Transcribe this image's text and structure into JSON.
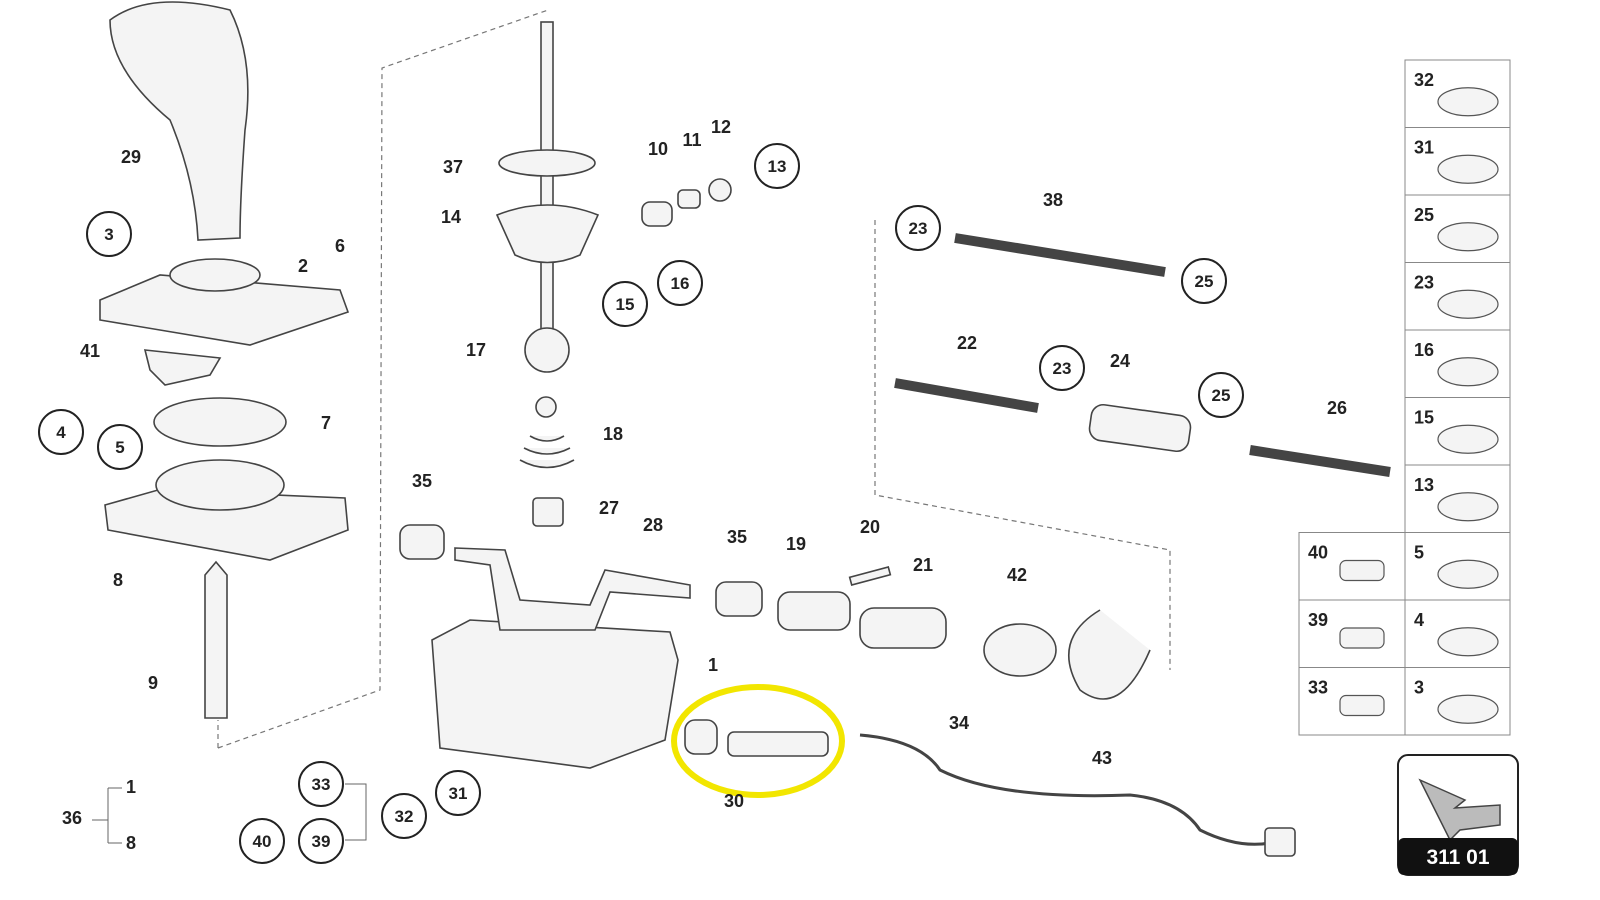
{
  "diagram": {
    "callouts": [
      "29",
      "6",
      "2",
      "41",
      "7",
      "8",
      "9",
      "37",
      "14",
      "17",
      "18",
      "27",
      "10",
      "11",
      "12",
      "35",
      "28",
      "35",
      "19",
      "20",
      "21",
      "42",
      "1",
      "34",
      "43",
      "30",
      "38",
      "22",
      "24",
      "26",
      "36",
      "1",
      "8"
    ],
    "circled_callouts": [
      "3",
      "4",
      "5",
      "13",
      "16",
      "15",
      "23",
      "25",
      "23",
      "25",
      "33",
      "32",
      "31",
      "40",
      "39"
    ],
    "highlight_color": "#f2e600"
  },
  "hardware_table": {
    "right_column": [
      "32",
      "31",
      "25",
      "23",
      "16",
      "15",
      "13",
      "5",
      "4",
      "3"
    ],
    "left_column": [
      "40",
      "39",
      "33"
    ]
  },
  "nav_box": {
    "code": "311 01",
    "icon": "arrow-back-icon"
  }
}
